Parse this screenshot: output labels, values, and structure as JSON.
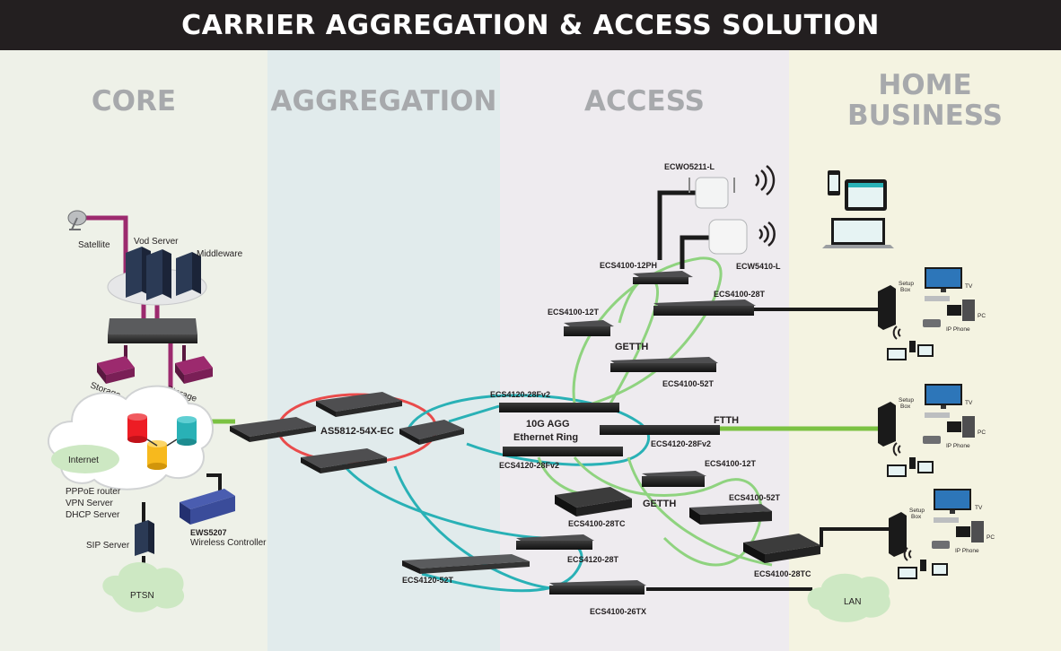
{
  "header": {
    "title": "CARRIER AGGREGATION & ACCESS SOLUTION"
  },
  "zones": {
    "core": "CORE",
    "aggregation": "AGGREGATION",
    "access": "ACCESS",
    "home_line1": "HOME",
    "home_line2": "BUSINESS"
  },
  "core": {
    "satellite": "Satellite",
    "vod_server": "Vod Server",
    "middleware": "Middleware",
    "storage_left": "Storage",
    "storage_right": "Storage",
    "internet": "Internet",
    "pppoe_line1": "PPPoE router",
    "pppoe_line2": "VPN Server",
    "pppoe_line3": "DHCP Server",
    "sip_server": "SIP Server",
    "ptsn": "PTSN",
    "ews_model": "EWS5207",
    "ews_desc": "Wireless Controller"
  },
  "aggregation": {
    "core_switch": "AS5812-54X-EC",
    "ecs4120_52t": "ECS4120-52T"
  },
  "access": {
    "ecw_top": "ECWO5211-L",
    "ecw_mid": "ECW5410-L",
    "ecs4100_12ph": "ECS4100-12PH",
    "ecs4100_28t_top": "ECS4100-28T",
    "ecs4100_12t_top": "ECS4100-12T",
    "getth_top": "GETTH",
    "ecs4100_52t_top": "ECS4100-52T",
    "ecs4120_28fv2_a": "ECS4120-28Fv2",
    "ring_line1": "10G AGG",
    "ring_line2": "Ethernet Ring",
    "ecs4120_28fv2_b": "ECS4120-28Fv2",
    "ftth": "FTTH",
    "ecs4120_28fv2_c": "ECS4120-28Fv2",
    "ecs4100_12t_bot": "ECS4100-12T",
    "ecs4100_28tc_left": "ECS4100-28TC",
    "getth_bot": "GETTH",
    "ecs4100_52t_bot": "ECS4100-52T",
    "ecs4120_28t": "ECS4120-28T",
    "ecs4100_28tc_right": "ECS4100-28TC",
    "ecs4100_26tx": "ECS4100-26TX"
  },
  "home": {
    "setup_box": [
      "Setup",
      "Box"
    ],
    "tv": "TV",
    "pc": "PC",
    "ip_phone": "IP Phone",
    "lan": "LAN"
  },
  "colors": {
    "header_bg": "#231f20",
    "core_bg": "#eef1e8",
    "aggregation_bg": "#e1ebec",
    "access_bg": "#eeebef",
    "home_bg": "#f4f3e1",
    "zone_label": "#a7a9ac",
    "ring_red": "#e94b4b",
    "ring_teal": "#29b1b6",
    "access_green": "#8fd37f",
    "ftth_green": "#7bc242",
    "satellite_purple": "#9c2a6e",
    "cloud_green": "#cde8c3"
  }
}
